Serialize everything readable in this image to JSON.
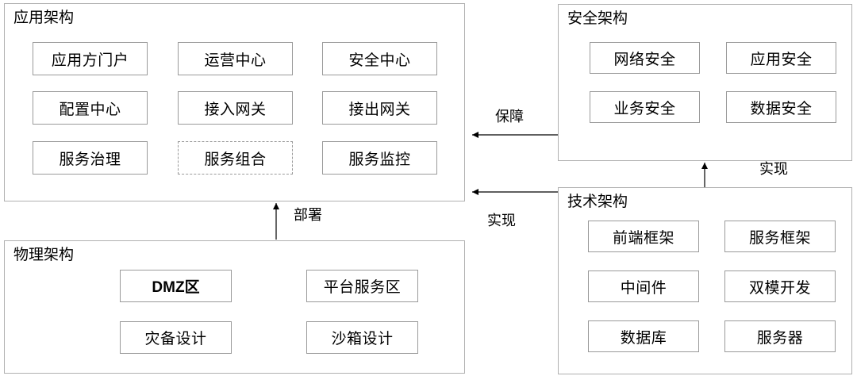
{
  "diagram": {
    "title_semantic": "enterprise-architecture-overview",
    "panels": [
      {
        "id": "application",
        "title": "应用架构",
        "nodes": [
          {
            "label": "应用方门户",
            "style": "solid"
          },
          {
            "label": "运营中心",
            "style": "solid"
          },
          {
            "label": "安全中心",
            "style": "solid"
          },
          {
            "label": "配置中心",
            "style": "solid"
          },
          {
            "label": "接入网关",
            "style": "solid"
          },
          {
            "label": "接出网关",
            "style": "solid"
          },
          {
            "label": "服务治理",
            "style": "solid"
          },
          {
            "label": "服务组合",
            "style": "dashed"
          },
          {
            "label": "服务监控",
            "style": "solid"
          }
        ]
      },
      {
        "id": "security",
        "title": "安全架构",
        "nodes": [
          {
            "label": "网络安全",
            "style": "solid"
          },
          {
            "label": "应用安全",
            "style": "solid"
          },
          {
            "label": "业务安全",
            "style": "solid"
          },
          {
            "label": "数据安全",
            "style": "solid"
          }
        ]
      },
      {
        "id": "technical",
        "title": "技术架构",
        "nodes": [
          {
            "label": "前端框架",
            "style": "solid"
          },
          {
            "label": "服务框架",
            "style": "solid"
          },
          {
            "label": "中间件",
            "style": "solid"
          },
          {
            "label": "双模开发",
            "style": "solid"
          },
          {
            "label": "数据库",
            "style": "solid"
          },
          {
            "label": "服务器",
            "style": "solid"
          }
        ]
      },
      {
        "id": "physical",
        "title": "物理架构",
        "nodes": [
          {
            "label": "DMZ区",
            "style": "solid-bold-latin"
          },
          {
            "label": "平台服务区",
            "style": "solid"
          },
          {
            "label": "灾备设计",
            "style": "solid"
          },
          {
            "label": "沙箱设计",
            "style": "solid"
          }
        ]
      }
    ],
    "connections": [
      {
        "id": "security-to-application",
        "label": "保障",
        "direction": "left"
      },
      {
        "id": "technical-to-application",
        "label": "实现",
        "direction": "left"
      },
      {
        "id": "technical-to-security",
        "label": "实现",
        "direction": "up"
      },
      {
        "id": "physical-to-application",
        "label": "部署",
        "direction": "up"
      }
    ],
    "colors": {
      "panel_border": "#b0b0b0",
      "node_border": "#9a9a9a",
      "text": "#000000",
      "background": "#ffffff",
      "arrow": "#000000"
    }
  }
}
